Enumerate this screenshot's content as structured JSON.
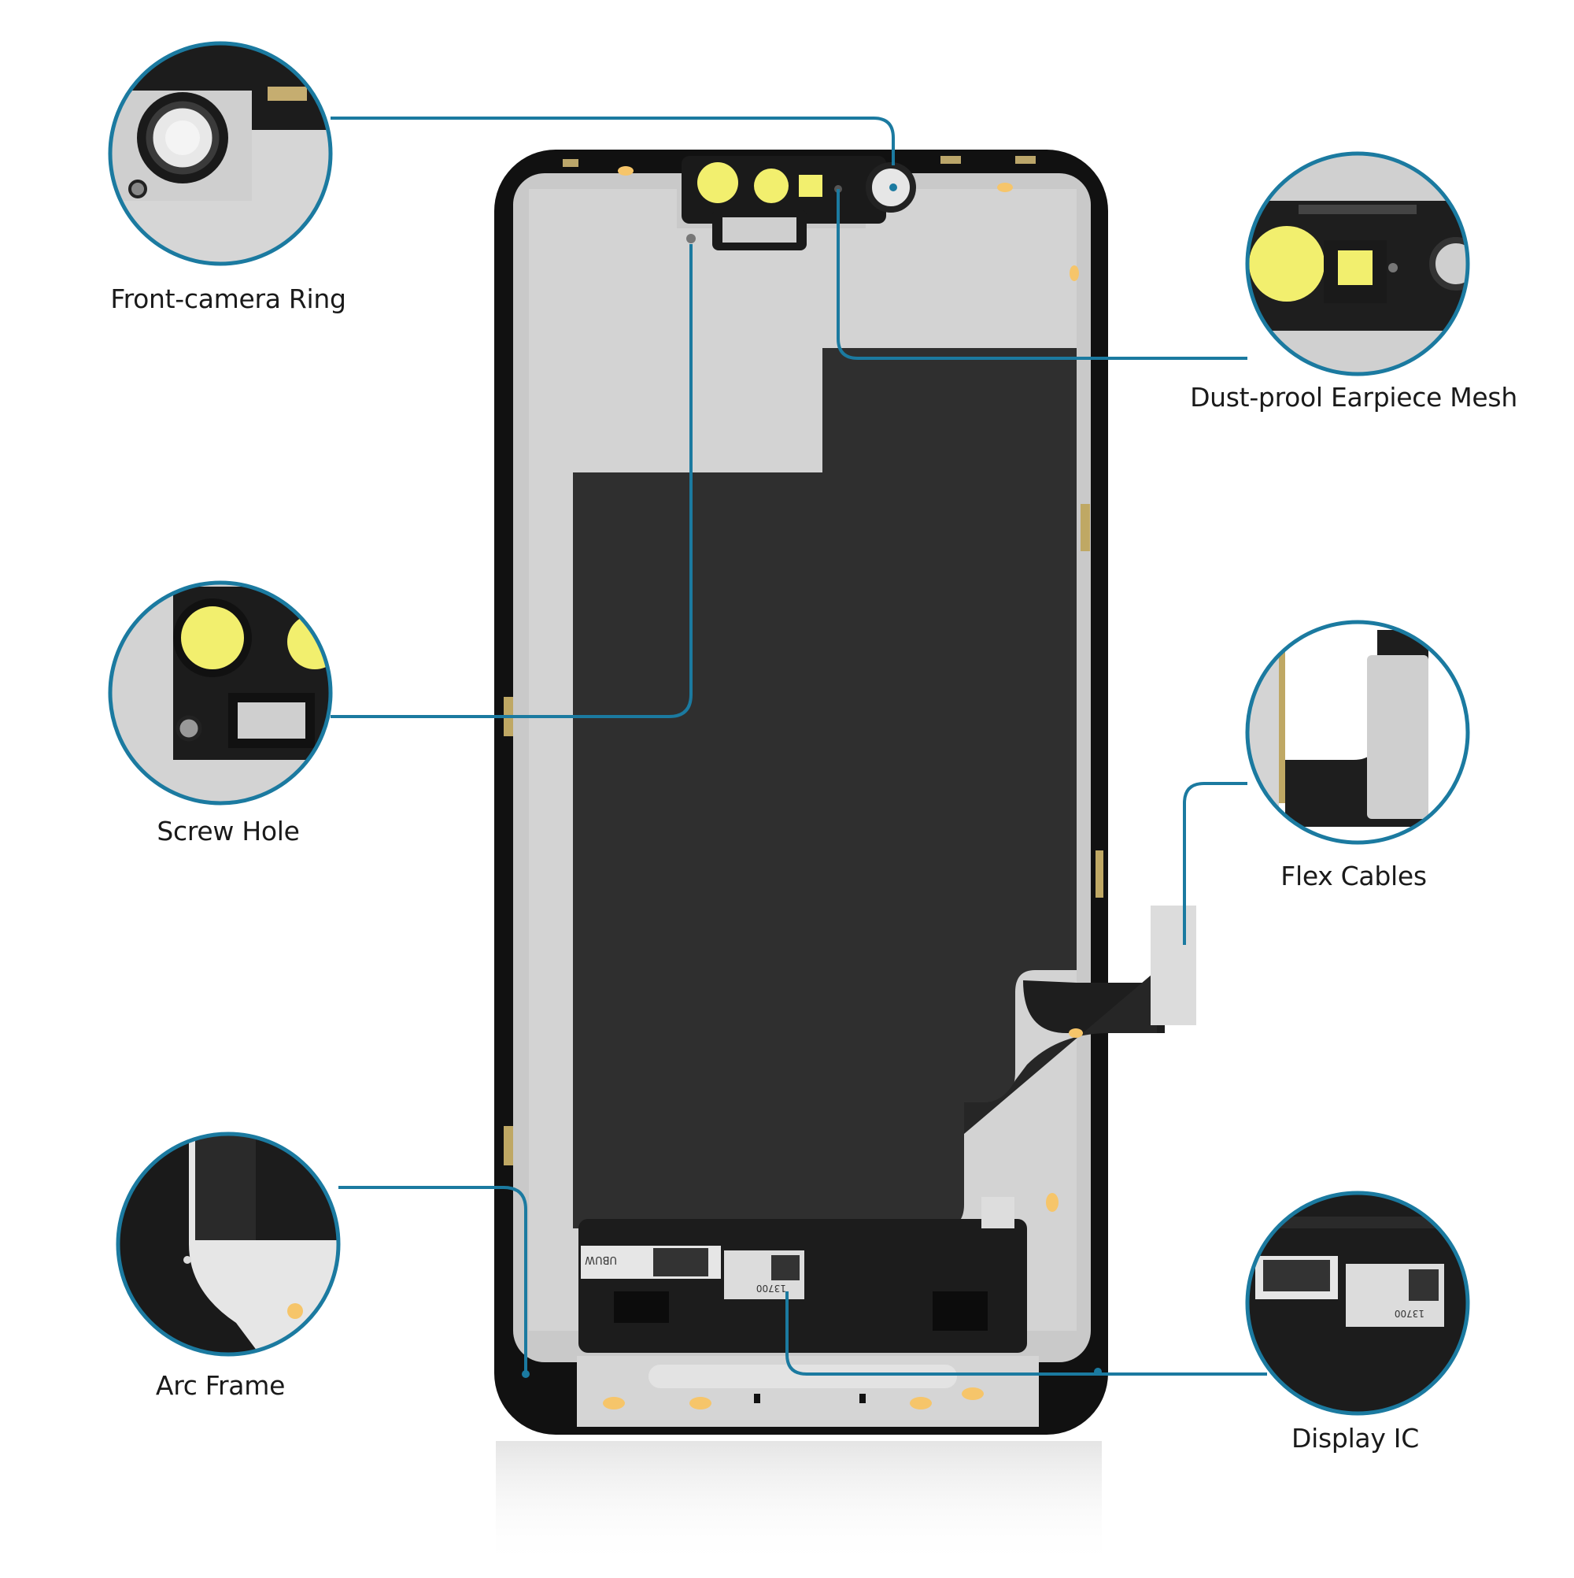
{
  "callouts": [
    {
      "id": "front-camera-ring",
      "label": "Front-camera Ring"
    },
    {
      "id": "dust-proof-earpiece-mesh",
      "label": "Dust-prool Earpiece Mesh"
    },
    {
      "id": "screw-hole",
      "label": "Screw Hole"
    },
    {
      "id": "flex-cables",
      "label": "Flex Cables"
    },
    {
      "id": "arc-frame",
      "label": "Arc Frame"
    },
    {
      "id": "display-ic",
      "label": "Display IC"
    }
  ],
  "stickers": {
    "left_code": "UBUW",
    "right_code": "13700",
    "zoom_code": "13700"
  },
  "colors": {
    "callout_line": "#1b7aa0",
    "panel_black": "#111111",
    "shield_grey": "#d2d2d2",
    "sheet_dark": "#2f2f2f",
    "camera_yellow": "#f2ef6e",
    "pad_orange": "#f6c56a"
  }
}
